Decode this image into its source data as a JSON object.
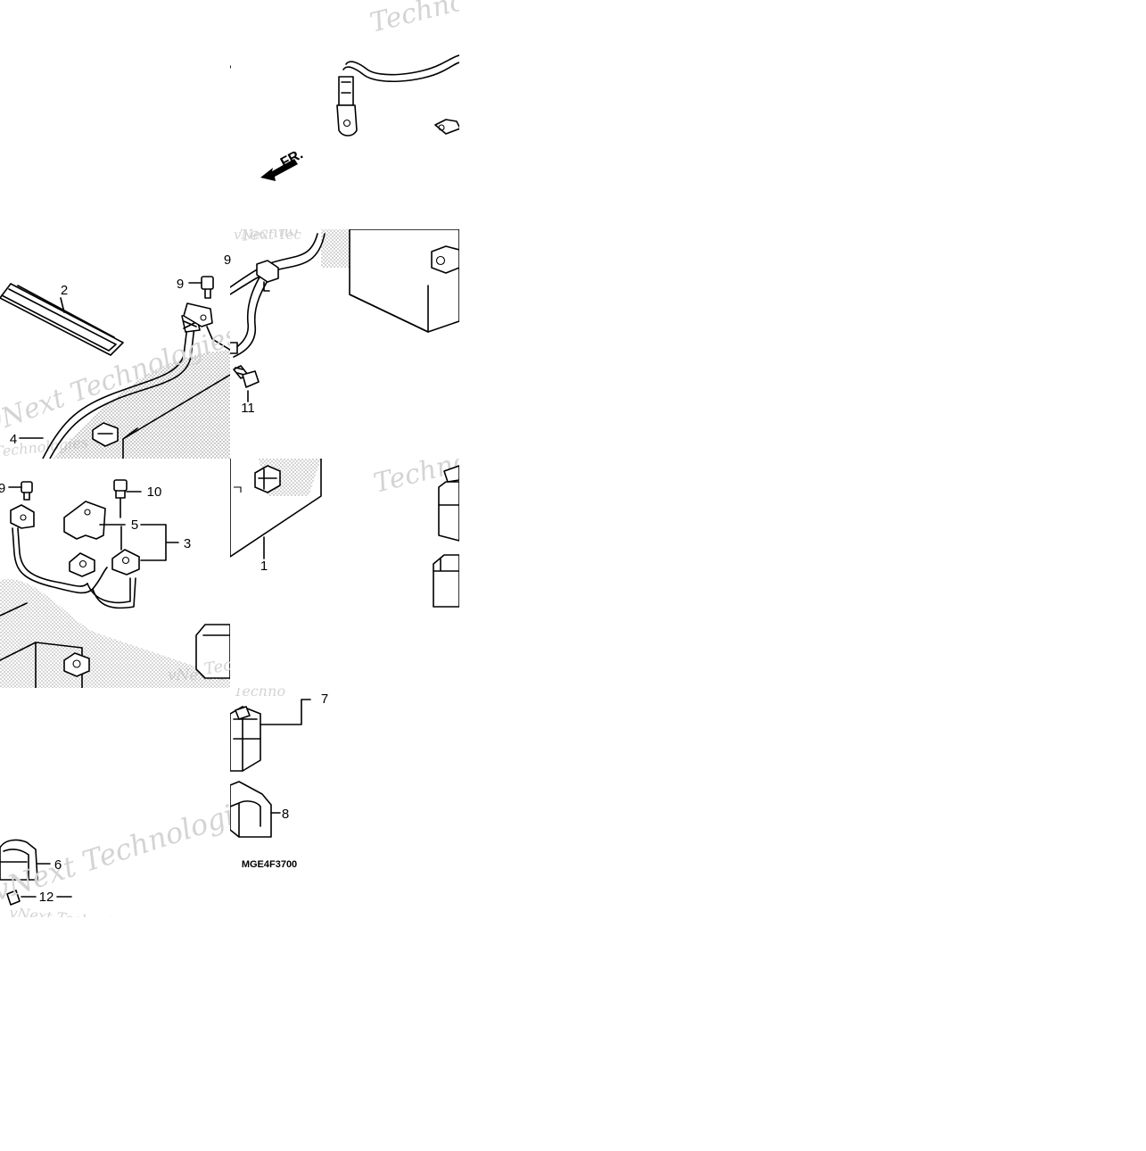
{
  "diagram": {
    "code": "MGE4F3700",
    "direction_label": "FR.",
    "watermarks": [
      "Techno",
      "vNext Tec",
      "Technologies",
      "vNext Technologies",
      "Techno",
      "vNext Tec",
      "Technologies",
      "vNext Technologies"
    ],
    "callouts": [
      "1",
      "2",
      "3",
      "4",
      "5",
      "6",
      "7",
      "8",
      "9",
      "9",
      "10",
      "11",
      "12"
    ]
  },
  "colors": {
    "line": "#000000",
    "watermark": "#d4d4d4",
    "hatch": "#bdbdbd"
  }
}
